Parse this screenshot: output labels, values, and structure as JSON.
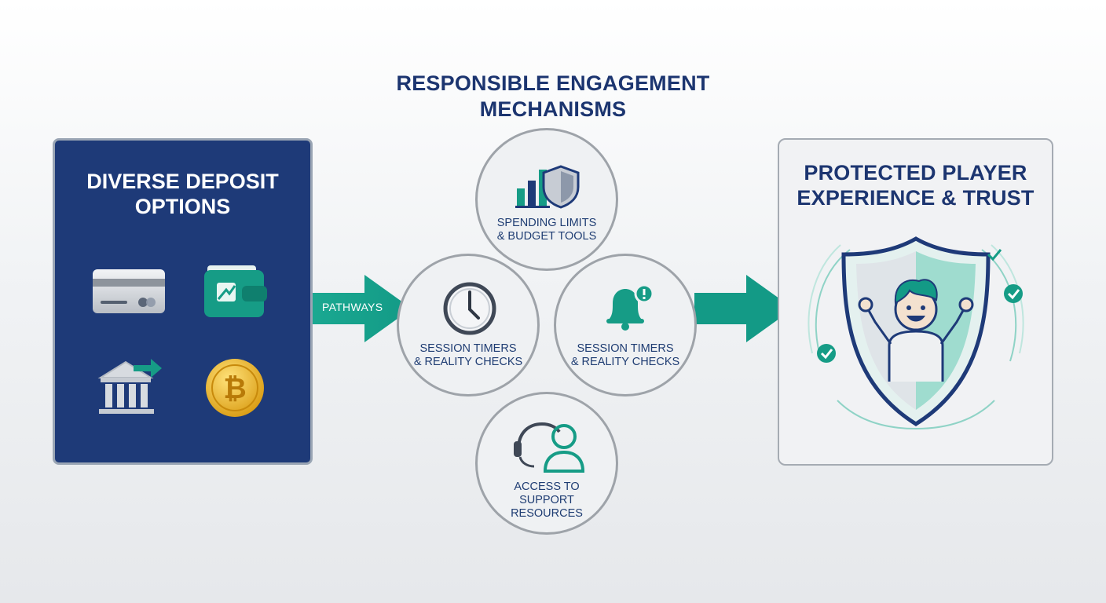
{
  "center": {
    "title_line1": "RESPONSIBLE ENGAGEMENT",
    "title_line2": "MECHANISMS"
  },
  "left_panel": {
    "title_line1": "DIVERSE DEPOSIT",
    "title_line2": "OPTIONS",
    "icons": [
      "credit-card-icon",
      "wallet-icon",
      "bank-transfer-icon",
      "bitcoin-icon"
    ]
  },
  "arrow": {
    "label": "PATHWAYS"
  },
  "circles": [
    {
      "icon": "chart-shield-icon",
      "line1": "SPENDING LIMITS",
      "line2": "& BUDGET TOOLS"
    },
    {
      "icon": "clock-icon",
      "line1": "SESSION TIMERS",
      "line2": "& REALITY CHECKS"
    },
    {
      "icon": "bell-alert-icon",
      "line1": "SESSION TIMERS",
      "line2": "& REALITY CHECKS"
    },
    {
      "icon": "headset-user-icon",
      "line1": "ACCESS TO SUPPORT",
      "line2": "RESOURCES"
    }
  ],
  "right_panel": {
    "title_line1": "PROTECTED PLAYER",
    "title_line2": "EXPERIENCE & TRUST",
    "icon": "shield-happy-player-icon"
  },
  "colors": {
    "navy": "#1e3a78",
    "teal": "#159e8a",
    "heading": "#1c3570",
    "circle_border": "#9ea3a9"
  }
}
